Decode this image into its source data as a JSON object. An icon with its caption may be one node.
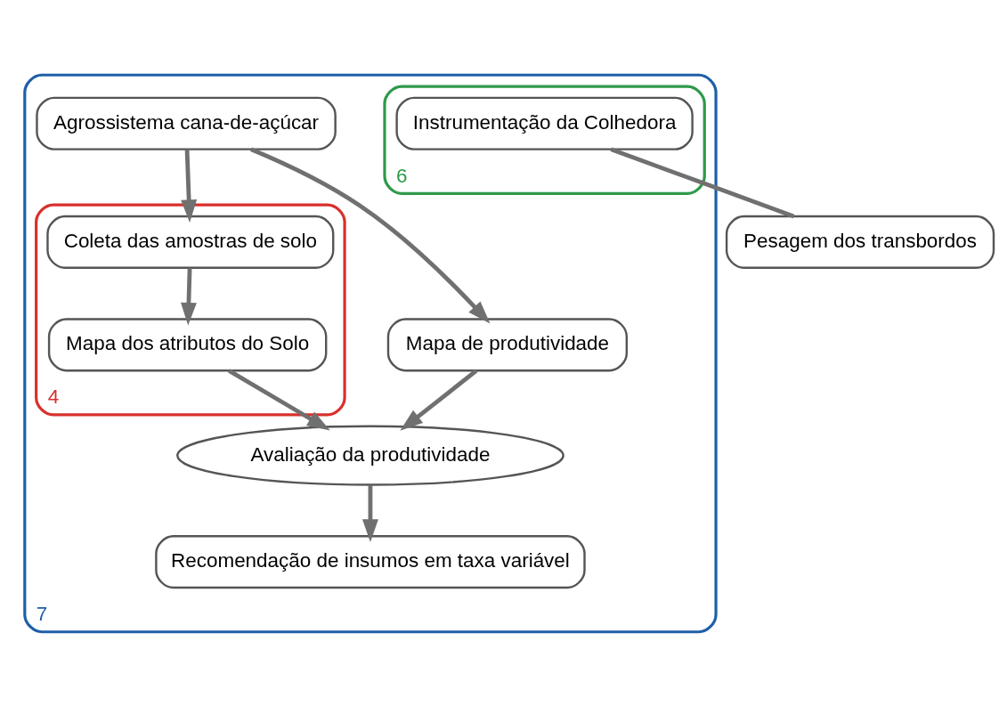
{
  "diagram": {
    "nodes": [
      {
        "text": [
          "7"
        ]
      },
      {
        "text": [
          "Agrossistema cana-de-açúcar"
        ],
        "in": 0
      },
      {
        "text": [
          "4"
        ],
        "in": 0
      },
      {
        "text": [
          "Coleta das amostras de solo"
        ],
        "in": 2
      },
      {
        "text": [
          "Mapa dos atributos do Solo"
        ],
        "in": 2
      },
      {
        "text": [
          "6"
        ],
        "in": 0
      },
      {
        "text": [
          "Instrumentação da Colhedora"
        ],
        "in": 5
      },
      {
        "text": [
          "Pesagem dos transbordos"
        ]
      },
      {
        "text": [
          "Mapa de produtividade"
        ],
        "in": 0
      },
      {
        "text": [
          "Avaliação da produtividade"
        ],
        "in": 0
      },
      {
        "text": [
          "Recomendação de insumos em taxa variável"
        ],
        "in": 0
      }
    ],
    "edges": [
      {
        "from": 1,
        "to": 3,
        "arrow": "to"
      },
      {
        "from": 1,
        "to": 8,
        "arrow": "to"
      },
      {
        "from": 3,
        "to": 4,
        "arrow": "to"
      },
      {
        "from": 4,
        "to": 9,
        "arrow": "to"
      },
      {
        "from": 8,
        "to": 9,
        "arrow": "to"
      },
      {
        "from": 9,
        "to": 10,
        "arrow": "to"
      },
      {
        "from": 6,
        "to": 7,
        "arrow": "none"
      }
    ]
  }
}
